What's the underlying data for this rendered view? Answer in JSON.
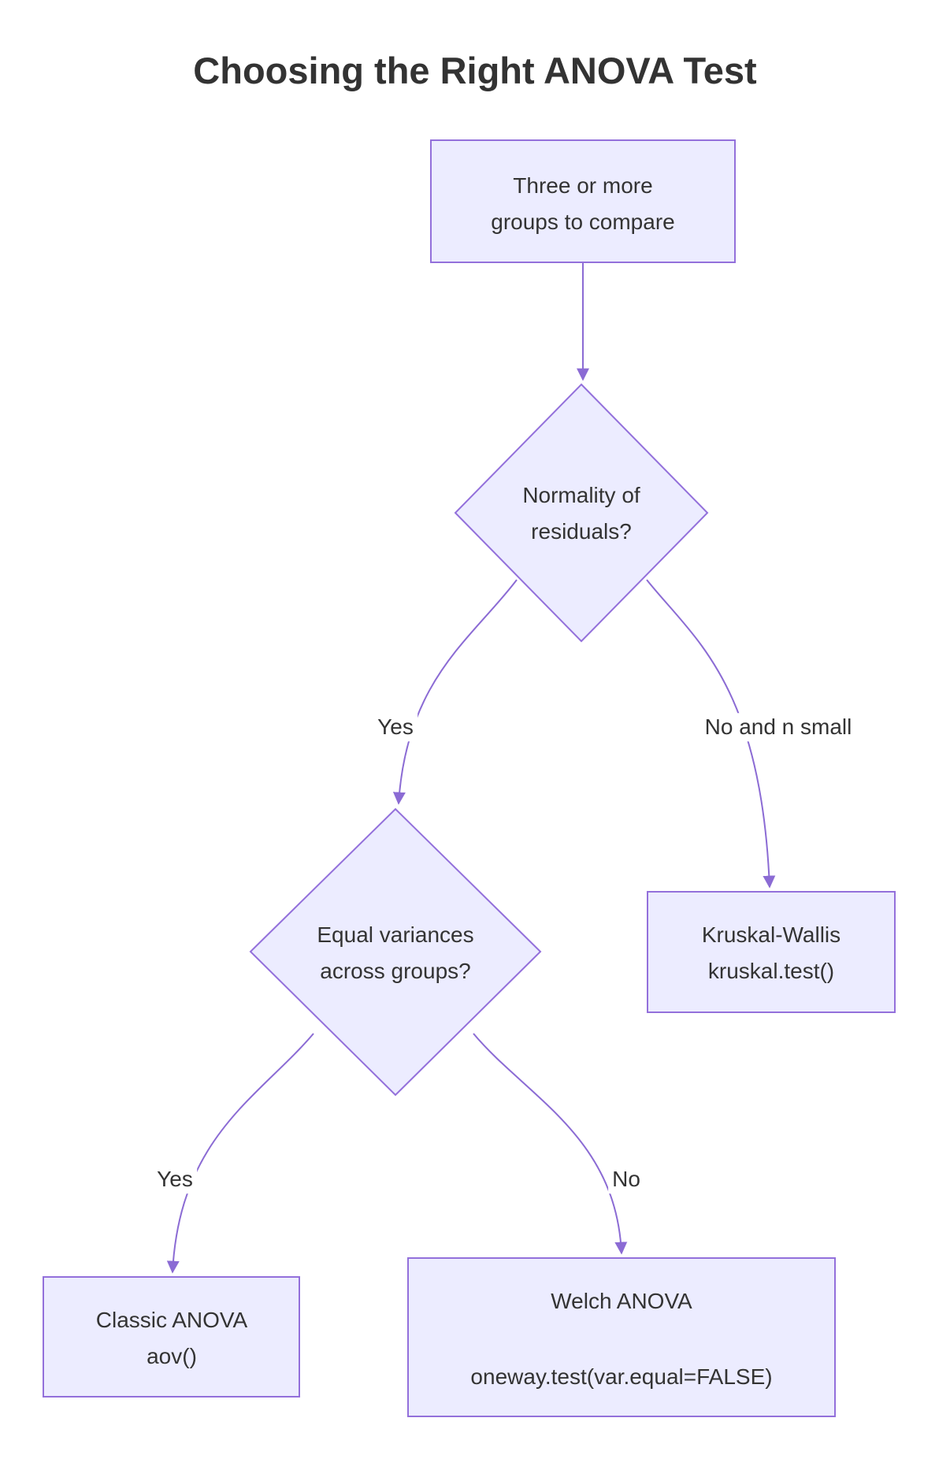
{
  "title": "Choosing the Right ANOVA Test",
  "colors": {
    "background": "#ffffff",
    "node_fill": "#ECECFF",
    "node_border": "#9370DB",
    "edge": "#8B6BD4",
    "text": "#333333"
  },
  "nodes": {
    "start": {
      "line1": "Three or more",
      "line2": "groups to compare"
    },
    "normality": {
      "line1": "Normality of",
      "line2": "residuals?"
    },
    "variances": {
      "line1": "Equal variances",
      "line2": "across groups?"
    },
    "kruskal": {
      "line1": "Kruskal-Wallis",
      "line2": "kruskal.test()"
    },
    "classic": {
      "line1": "Classic ANOVA",
      "line2": "aov()"
    },
    "welch": {
      "line1": "Welch ANOVA",
      "line2": "oneway.test(var.equal=FALSE)"
    }
  },
  "edges": {
    "normality_yes": {
      "label": "Yes"
    },
    "normality_no": {
      "label": "No and n small"
    },
    "variances_yes": {
      "label": "Yes"
    },
    "variances_no": {
      "label": "No"
    }
  }
}
